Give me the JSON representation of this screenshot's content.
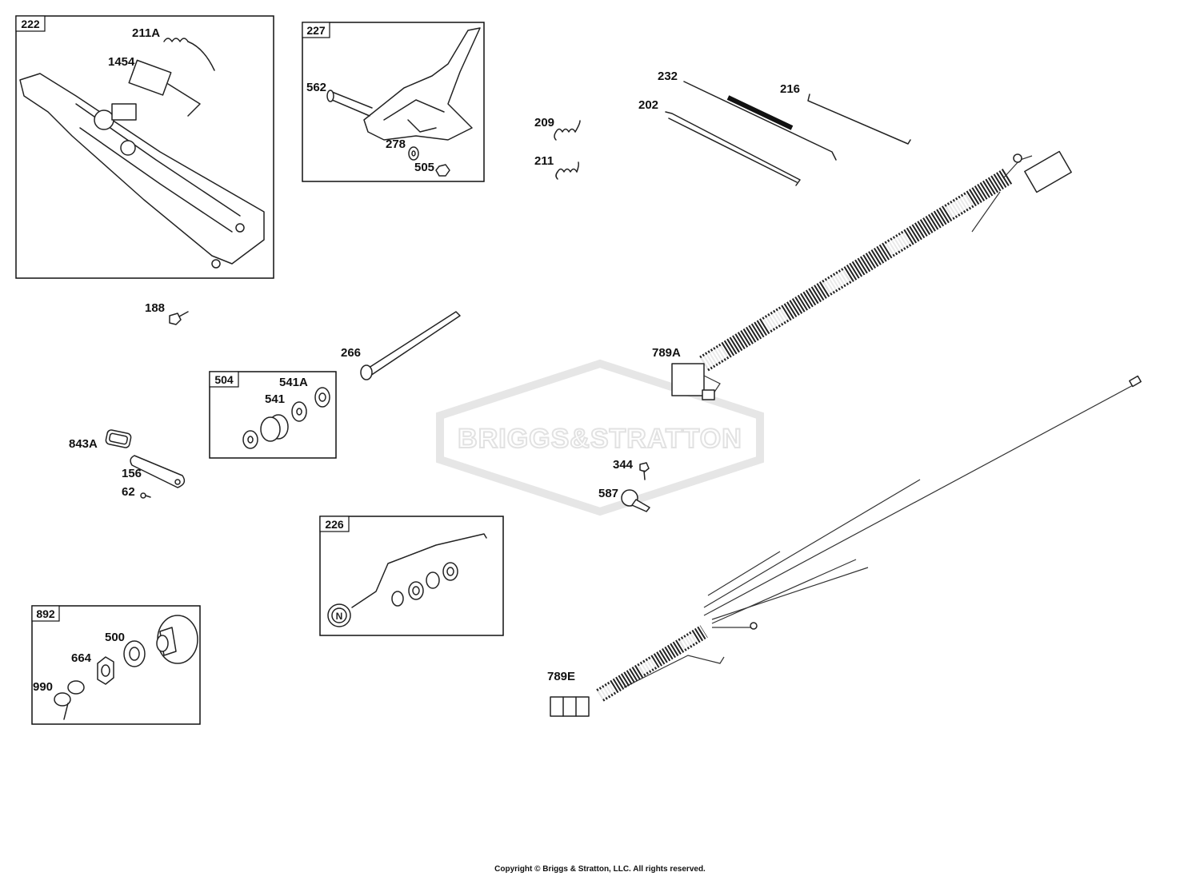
{
  "watermark": "BRIGGS&STRATTON",
  "copyright": "Copyright © Briggs & Stratton, LLC. All rights reserved.",
  "boxes": {
    "b222": "222",
    "b227": "227",
    "b504": "504",
    "b226": "226",
    "b892": "892"
  },
  "labels": {
    "p211A": "211A",
    "p1454": "1454",
    "p562": "562",
    "p278": "278",
    "p505": "505",
    "p209": "209",
    "p211": "211",
    "p232": "232",
    "p202": "202",
    "p216": "216",
    "p188": "188",
    "p266": "266",
    "p541A": "541A",
    "p541": "541",
    "p843A": "843A",
    "p156": "156",
    "p62": "62",
    "p789A": "789A",
    "p344": "344",
    "p587": "587",
    "p500": "500",
    "p664": "664",
    "p990": "990",
    "p789E": "789E"
  }
}
